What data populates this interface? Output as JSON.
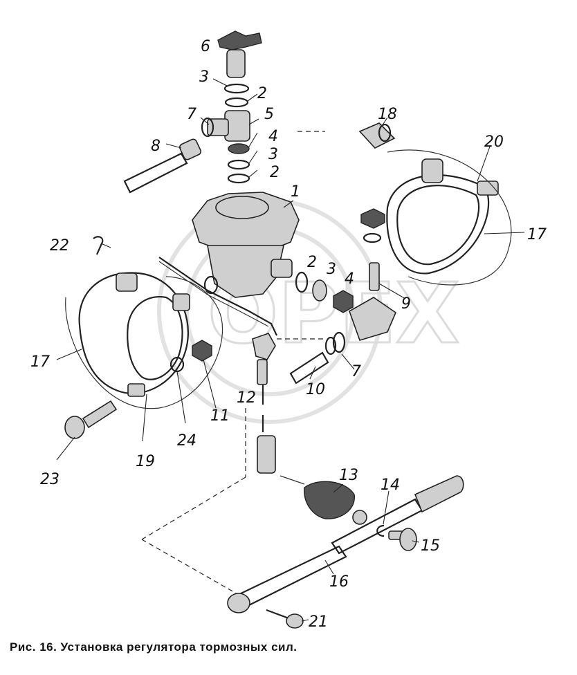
{
  "caption": "Рис. 16. Установка регулятора тормозных сил.",
  "watermark": "OPEX",
  "callouts": [
    "1",
    "2",
    "2",
    "2",
    "3",
    "3",
    "3",
    "4",
    "4",
    "5",
    "6",
    "7",
    "7",
    "8",
    "9",
    "10",
    "11",
    "12",
    "13",
    "14",
    "15",
    "16",
    "17",
    "17",
    "18",
    "19",
    "20",
    "21",
    "22",
    "23",
    "24"
  ]
}
